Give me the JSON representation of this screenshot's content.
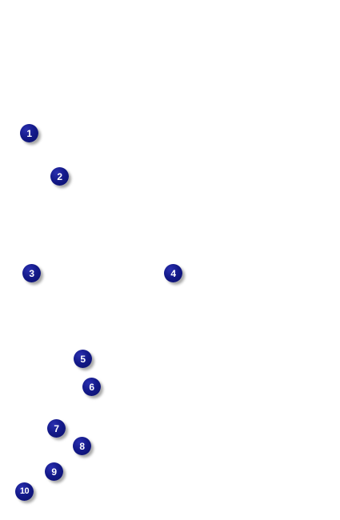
{
  "markers": [
    {
      "label": "1"
    },
    {
      "label": "2"
    },
    {
      "label": "3"
    },
    {
      "label": "4"
    },
    {
      "label": "5"
    },
    {
      "label": "6"
    },
    {
      "label": "7"
    },
    {
      "label": "8"
    },
    {
      "label": "9"
    },
    {
      "label": "10"
    }
  ],
  "colors": {
    "marker_fill": "#141a8a",
    "marker_text": "#ffffff",
    "background": "#ffffff"
  }
}
